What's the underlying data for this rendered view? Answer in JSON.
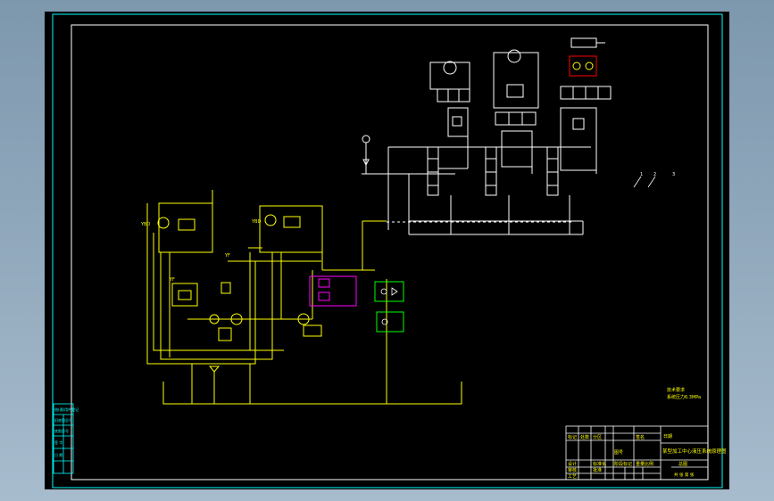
{
  "drawing": {
    "sheet_bg": "#000000",
    "line_colors": {
      "white": "#ffffff",
      "yellow": "#ffff00",
      "cyan": "#00ffff",
      "green": "#00ff00",
      "magenta": "#ff00ff",
      "red": "#ff0000"
    }
  },
  "title_block": {
    "cell_design": "设计",
    "cell_check": "审核",
    "cell_process": "工艺",
    "cell_standard": "标准化",
    "cell_approve": "批准",
    "cell_mark": "标记",
    "cell_count": "处数",
    "cell_zone": "分区",
    "cell_date": "日期",
    "cell_sign": "签名",
    "cell_stage": "阶段标记",
    "cell_weight": "重量",
    "cell_scale": "比例",
    "drawing_name": "某型加工中心液压系统原理图",
    "drawing_no": "总图",
    "company": "图号",
    "sheet_text": "共 张 第 张"
  },
  "left_strip": {
    "cells": [
      "借(通)用件登记",
      "旧底图总号",
      "底图总号",
      "签 字",
      "日 期"
    ]
  },
  "notes": {
    "line1": "技术要求",
    "line2": "系统压力6.3MPa"
  },
  "labels": {
    "pump_left": "YBD",
    "pump_right": "YBD",
    "valve_mid": "YF",
    "valve_left": "YF",
    "node_a": "1",
    "node_b": "2",
    "node_c": "3"
  }
}
